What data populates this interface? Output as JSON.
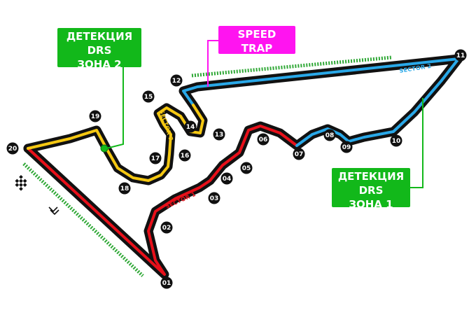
{
  "labels": {
    "drs_detect_2": [
      "ДЕТЕКЦИЯ",
      "DRS",
      "ЗОНА 2"
    ],
    "speed_trap": [
      "SPEED",
      "TRAP"
    ],
    "drs_detect_1": [
      "ДЕТЕКЦИЯ",
      "DRS",
      "ЗОНА 1"
    ]
  },
  "sectors": {
    "s1": "SECTOR 1",
    "s2": "SECTOR 2",
    "s3": "SECTOR 3"
  },
  "colors": {
    "sector1": "#e8101a",
    "sector2": "#29a8e8",
    "sector3": "#f5c812",
    "drs_zone": "#2fa836",
    "label_green": "#12b81a",
    "label_pink": "#ff14f0",
    "track": "#111111"
  },
  "turns": [
    "01",
    "02",
    "03",
    "04",
    "05",
    "06",
    "07",
    "08",
    "09",
    "10",
    "11",
    "12",
    "13",
    "14",
    "15",
    "16",
    "17",
    "18",
    "19",
    "20"
  ]
}
